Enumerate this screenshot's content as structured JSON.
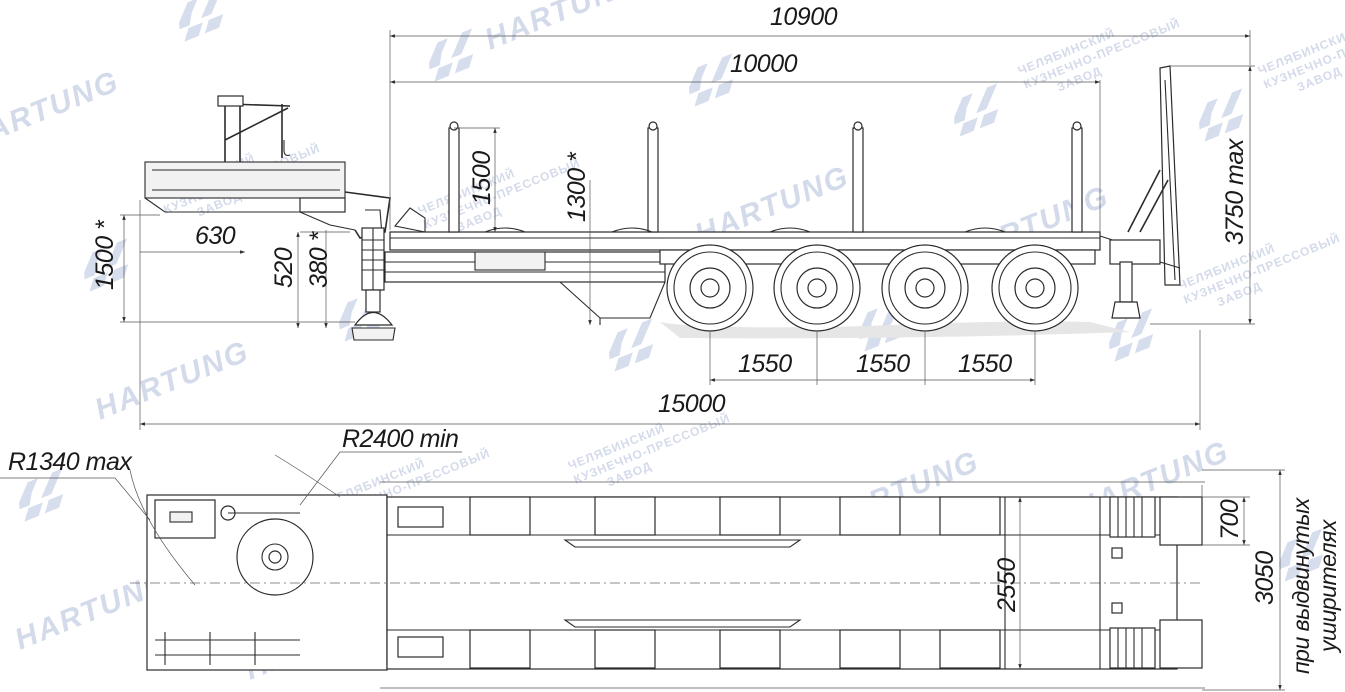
{
  "dimensions": {
    "overall_length": "15000",
    "platform_length": "10900",
    "deck_length": "10000",
    "stake_height": "1500",
    "deck_height": "1300 *",
    "max_height": "3750 max",
    "axle_spacing_1": "1550",
    "axle_spacing_2": "1550",
    "axle_spacing_3": "1550",
    "gooseneck_height": "1500 *",
    "fifth_wheel_offset": "630",
    "kingpin_height": "520",
    "kingpin_height_2": "380 *",
    "front_radius": "R1340 max",
    "turn_radius": "R2400 min",
    "width_extension": "700",
    "width": "2550",
    "width_extended": "3050",
    "width_note_1": "при выдвинутых",
    "width_note_2": "уширителях"
  },
  "watermark": {
    "brand": "HARTUNG",
    "company_line_1": "ЧЕЛЯБИНСКИЙ",
    "company_line_2": "КУЗНЕЧНО-ПРЕССОВЫЙ",
    "company_line_3": "ЗАВОД",
    "color": "#c9d2e6"
  },
  "colors": {
    "line": "#2b2b2b",
    "ground": "#e6e6e6",
    "background": "#ffffff"
  }
}
